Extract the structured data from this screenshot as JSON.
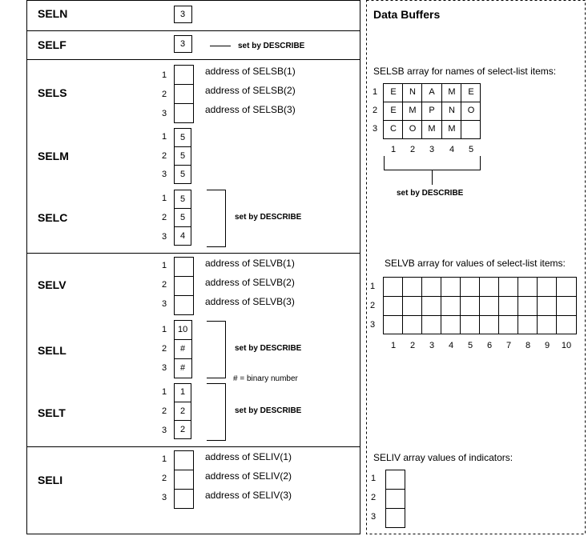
{
  "descriptor": {
    "seln": {
      "label": "SELN",
      "value": "3"
    },
    "self": {
      "label": "SELF",
      "value": "3",
      "note": "set by DESCRIBE"
    },
    "sels": {
      "label": "SELS",
      "indices": [
        "1",
        "2",
        "3"
      ],
      "rows": [
        "address  of SELSB(1)",
        "address  of SELSB(2)",
        "address  of SELSB(3)"
      ]
    },
    "selm": {
      "label": "SELM",
      "indices": [
        "1",
        "2",
        "3"
      ],
      "values": [
        "5",
        "5",
        "5"
      ]
    },
    "selc": {
      "label": "SELC",
      "indices": [
        "1",
        "2",
        "3"
      ],
      "values": [
        "5",
        "5",
        "4"
      ],
      "note": "set by DESCRIBE"
    },
    "selv": {
      "label": "SELV",
      "indices": [
        "1",
        "2",
        "3"
      ],
      "rows": [
        "address  of SELVB(1)",
        "address  of SELVB(2)",
        "address  of SELVB(3)"
      ]
    },
    "sell": {
      "label": "SELL",
      "indices": [
        "1",
        "2",
        "3"
      ],
      "values": [
        "10",
        "#",
        "#"
      ],
      "note": "set by DESCRIBE",
      "footnote": "# = binary number"
    },
    "selt": {
      "label": "SELT",
      "indices": [
        "1",
        "2",
        "3"
      ],
      "values": [
        "1",
        "2",
        "2"
      ],
      "note": "set by DESCRIBE"
    },
    "seli": {
      "label": "SELI",
      "indices": [
        "1",
        "2",
        "3"
      ],
      "rows": [
        "address  of SELIV(1)",
        "address  of SELIV(2)",
        "address  of SELIV(3)"
      ]
    }
  },
  "buffers": {
    "title": "Data Buffers",
    "selsb": {
      "caption": "SELSB array for names of select-list  items:",
      "row_indices": [
        "1",
        "2",
        "3"
      ],
      "grid": [
        [
          "E",
          "N",
          "A",
          "M",
          "E"
        ],
        [
          "E",
          "M",
          "P",
          "N",
          "O"
        ],
        [
          "C",
          "O",
          "M",
          "M",
          ""
        ]
      ],
      "col_indices": [
        "1",
        "2",
        "3",
        "4",
        "5"
      ],
      "note": "set by DESCRIBE"
    },
    "selvb": {
      "caption": "SELVB array for values of select-list  items:",
      "row_indices": [
        "1",
        "2",
        "3"
      ],
      "col_indices": [
        "1",
        "2",
        "3",
        "4",
        "5",
        "6",
        "7",
        "8",
        "9",
        "10"
      ]
    },
    "seliv": {
      "caption": "SELIV array values  of indicators:",
      "row_indices": [
        "1",
        "2",
        "3"
      ]
    }
  }
}
